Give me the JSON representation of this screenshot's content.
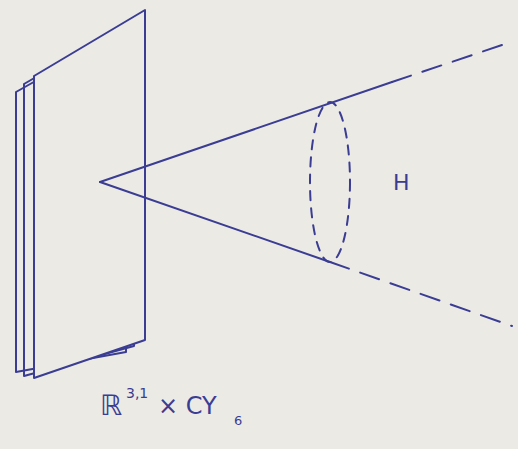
{
  "diagram": {
    "labels": [
      "H",
      "ℝ",
      "3,1",
      "× CY",
      "6"
    ]
  }
}
